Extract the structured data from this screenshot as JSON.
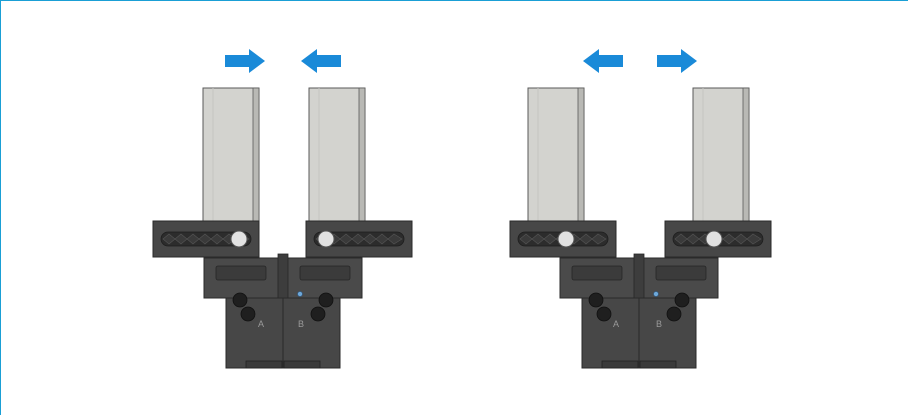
{
  "figure": {
    "panels": [
      {
        "id": "closing",
        "arrows": [
          "right",
          "left"
        ],
        "ports": {
          "left": "A",
          "right": "B"
        }
      },
      {
        "id": "opening",
        "arrows": [
          "left",
          "right"
        ],
        "ports": {
          "left": "A",
          "right": "B"
        }
      }
    ]
  },
  "colors": {
    "frame": "#1a9fd5",
    "arrow": "#1a8ad8",
    "jaw": "#d3d3cf",
    "housing": "#474747",
    "rail": "#2c2c2c",
    "pin": "#e2e2e2"
  }
}
